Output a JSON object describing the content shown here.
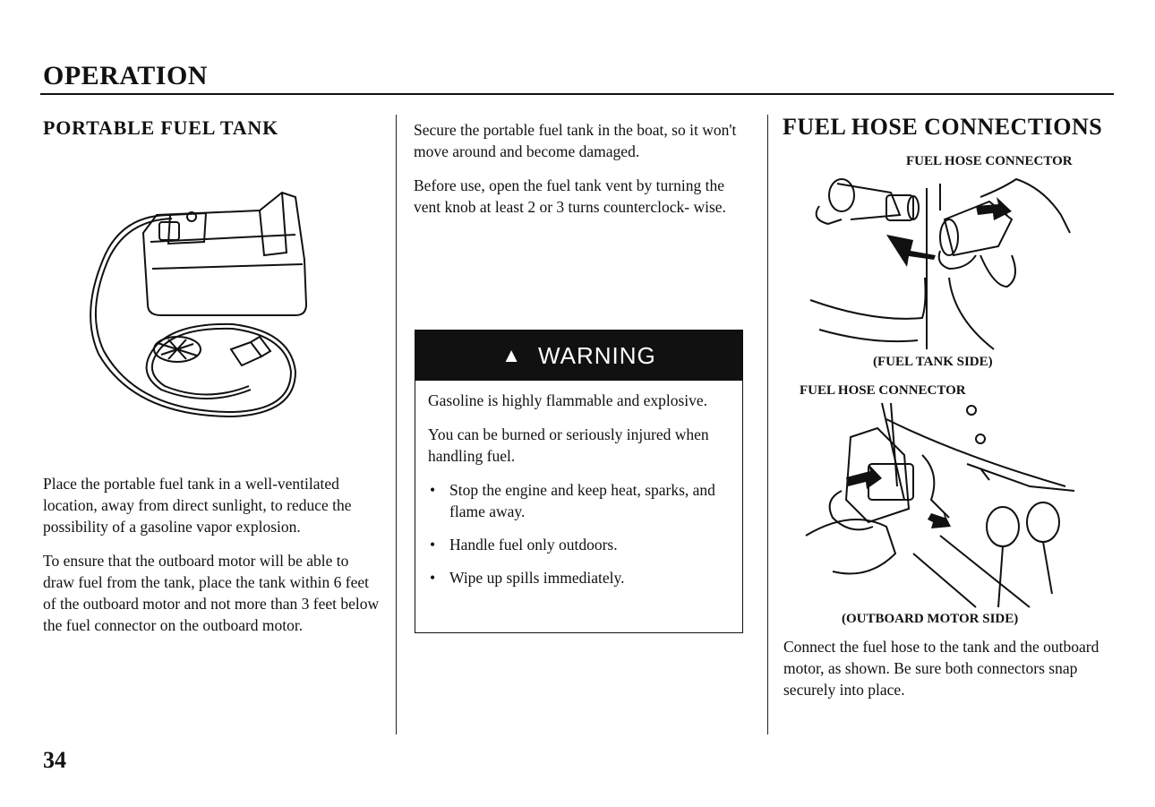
{
  "header": {
    "title": "OPERATION"
  },
  "left": {
    "heading": "PORTABLE FUEL TANK",
    "paragraphs": [
      "Place the portable fuel tank in a well-ventilated location, away from direct sunlight, to reduce the possibility of a gasoline vapor explosion.",
      "To ensure that the outboard motor will be able to draw fuel from the tank, place the tank within 6 feet of the outboard motor and not more than 3 feet below the fuel connector on the outboard motor."
    ]
  },
  "middle": {
    "paragraphs": [
      "Secure the portable fuel tank in the boat, so it won't move around and become damaged.",
      "Before use, open the fuel tank vent by turning the vent knob at least 2 or 3 turns counterclock- wise."
    ],
    "warning": {
      "title": "WARNING",
      "lines": [
        "Gasoline is highly flammable and explosive.",
        "You can be burned or seriously injured when handling fuel."
      ],
      "bullets": [
        "Stop the engine and keep heat, sparks, and flame away.",
        "Handle fuel only outdoors.",
        "Wipe up spills immediately."
      ]
    }
  },
  "right": {
    "heading": "FUEL HOSE CONNECTIONS",
    "labels": {
      "connector_top": "FUEL HOSE CONNECTOR",
      "tank_side": "(FUEL TANK SIDE)",
      "connector_bottom": "FUEL HOSE CONNECTOR",
      "motor_side": "(OUTBOARD MOTOR SIDE)"
    },
    "paragraph": "Connect the fuel hose to the tank and the outboard motor, as shown. Be sure both connectors snap securely into place."
  },
  "footer": {
    "page_number": "34"
  }
}
